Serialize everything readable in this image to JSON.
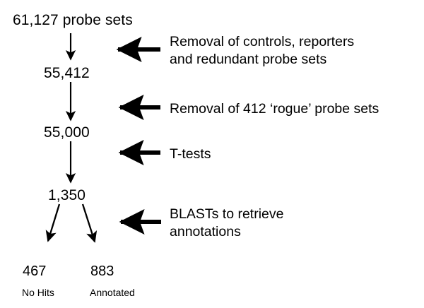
{
  "diagram": {
    "title_node": "61,127 probe sets",
    "background_color": "#ffffff",
    "stroke_color": "#000000",
    "nodes": [
      {
        "id": "n0",
        "text": "61,127 probe sets"
      },
      {
        "id": "n1",
        "text": "55,412"
      },
      {
        "id": "n2",
        "text": "55,000"
      },
      {
        "id": "n3",
        "text": "1,350"
      }
    ],
    "steps": [
      {
        "id": "s1",
        "line1": "Removal of controls, reporters",
        "line2": "and redundant probe sets"
      },
      {
        "id": "s2",
        "line1": "Removal of 412 ‘rogue’ probe sets",
        "line2": ""
      },
      {
        "id": "s3",
        "line1": "T-tests",
        "line2": ""
      },
      {
        "id": "s4",
        "line1": "BLASTs to retrieve",
        "line2": "annotations"
      }
    ],
    "leaves": [
      {
        "id": "l1",
        "count": "467",
        "label": "No Hits"
      },
      {
        "id": "l2",
        "count": "883",
        "label": "Annotated"
      }
    ]
  }
}
